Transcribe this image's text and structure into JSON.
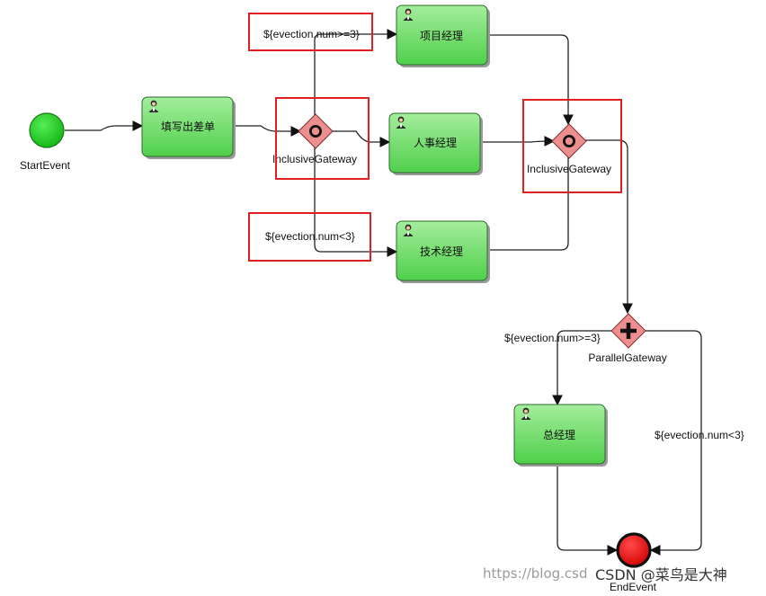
{
  "start_event": {
    "label": "StartEvent",
    "color": "#22cc22"
  },
  "end_event": {
    "label": "EndEvent",
    "color": "#ee1111"
  },
  "tasks": [
    {
      "id": "fill",
      "label": "填写出差单"
    },
    {
      "id": "pm",
      "label": "项目经理"
    },
    {
      "id": "hr",
      "label": "人事经理"
    },
    {
      "id": "tech",
      "label": "技术经理"
    },
    {
      "id": "gm",
      "label": "总经理"
    }
  ],
  "gateways": [
    {
      "id": "inc1",
      "type": "inclusive",
      "label": "InclusiveGateway"
    },
    {
      "id": "inc2",
      "type": "inclusive",
      "label": "InclusiveGateway"
    },
    {
      "id": "par1",
      "type": "parallel",
      "label": "ParallelGateway"
    }
  ],
  "conditions": {
    "pm_flow": "${evection.num>=3}",
    "tech_flow": "${evection.num<3}",
    "gm_flow": "${evection.num>=3}",
    "end_flow": "${evection.num<3}"
  },
  "watermark": {
    "url": "https://blog.csd",
    "brand": "CSDN @菜鸟是大神"
  },
  "colors": {
    "task_fill_top": "#a4ee9c",
    "task_fill_bottom": "#4fcf4a",
    "gateway_fill": "#ee8f8f",
    "highlight_box": "#e02020"
  }
}
